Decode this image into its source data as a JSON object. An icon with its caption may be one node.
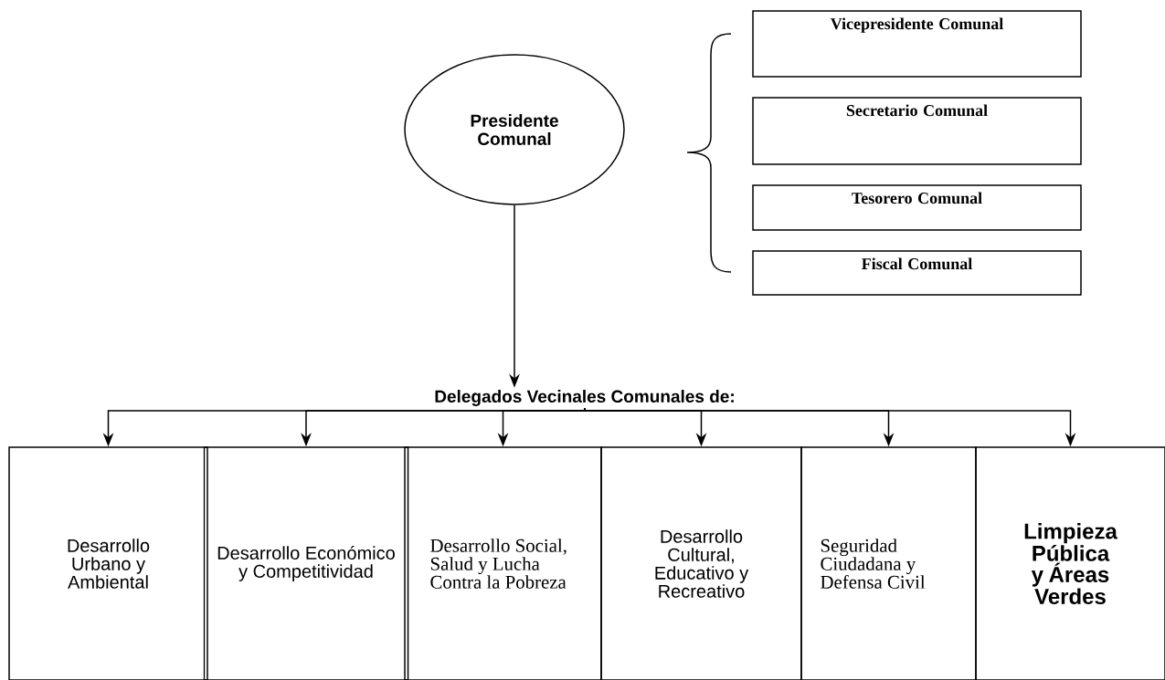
{
  "diagram": {
    "nodes": [
      {
        "text": [
          "Presidente Comunal"
        ]
      },
      {
        "text": [
          "Vicepresidente Comunal"
        ]
      },
      {
        "text": [
          "Secretario Comunal"
        ]
      },
      {
        "text": [
          "Tesorero Comunal"
        ]
      },
      {
        "text": [
          "Fiscal Comunal"
        ]
      },
      {
        "text": [
          "Delegados Vecinales Comunales de:"
        ]
      },
      {
        "text": [
          "Desarrollo Urbano y Ambiental"
        ]
      },
      {
        "text": [
          "Desarrollo Económico y Competitividad"
        ]
      },
      {
        "text": [
          "Desarrollo Social, Salud y Lucha Contra la Pobreza"
        ]
      },
      {
        "text": [
          "Desarrollo Cultural, Educativo y Recreativo"
        ]
      },
      {
        "text": [
          "Seguridad Ciudadana y Defensa Civil"
        ]
      },
      {
        "text": [
          "Limpieza Pública y Áreas Verdes"
        ]
      }
    ],
    "edges": [
      {
        "from": 0,
        "to": 5,
        "arrow": "to"
      },
      {
        "from": 5,
        "to": 6,
        "arrow": "to"
      },
      {
        "from": 5,
        "to": 7,
        "arrow": "to"
      },
      {
        "from": 5,
        "to": 8,
        "arrow": "to"
      },
      {
        "from": 5,
        "to": 9,
        "arrow": "to"
      },
      {
        "from": 5,
        "to": 10,
        "arrow": "to"
      },
      {
        "from": 5,
        "to": 11,
        "arrow": "to"
      }
    ]
  }
}
